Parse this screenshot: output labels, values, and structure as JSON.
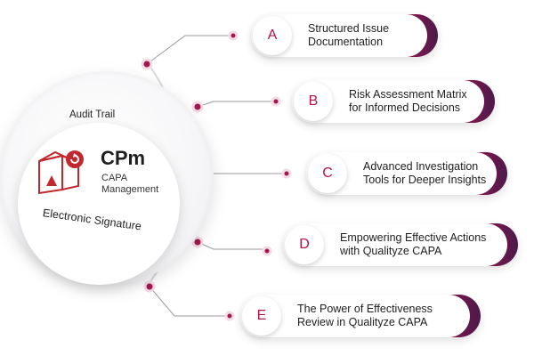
{
  "colors": {
    "accent": "#a3174f",
    "accent_dark": "#4a1a4b",
    "cube_red": "#c1272d"
  },
  "hub": {
    "logo": "CPm",
    "subtitle_line1": "CAPA",
    "subtitle_line2": "Management",
    "top_label": "Audit Trail",
    "bottom_label": "Electronic Signature",
    "icon": "red-cube-icon"
  },
  "items": [
    {
      "badge": "A",
      "line1": "Structured Issue",
      "line2": "Documentation"
    },
    {
      "badge": "B",
      "line1": "Risk Assessment Matrix",
      "line2": "for Informed Decisions"
    },
    {
      "badge": "C",
      "line1": "Advanced Investigation",
      "line2": "Tools for Deeper Insights"
    },
    {
      "badge": "D",
      "line1": "Empowering Effective Actions",
      "line2": "with Qualityze CAPA"
    },
    {
      "badge": "E",
      "line1": "The Power of Effectiveness",
      "line2": "Review in Qualityze CAPA"
    }
  ]
}
